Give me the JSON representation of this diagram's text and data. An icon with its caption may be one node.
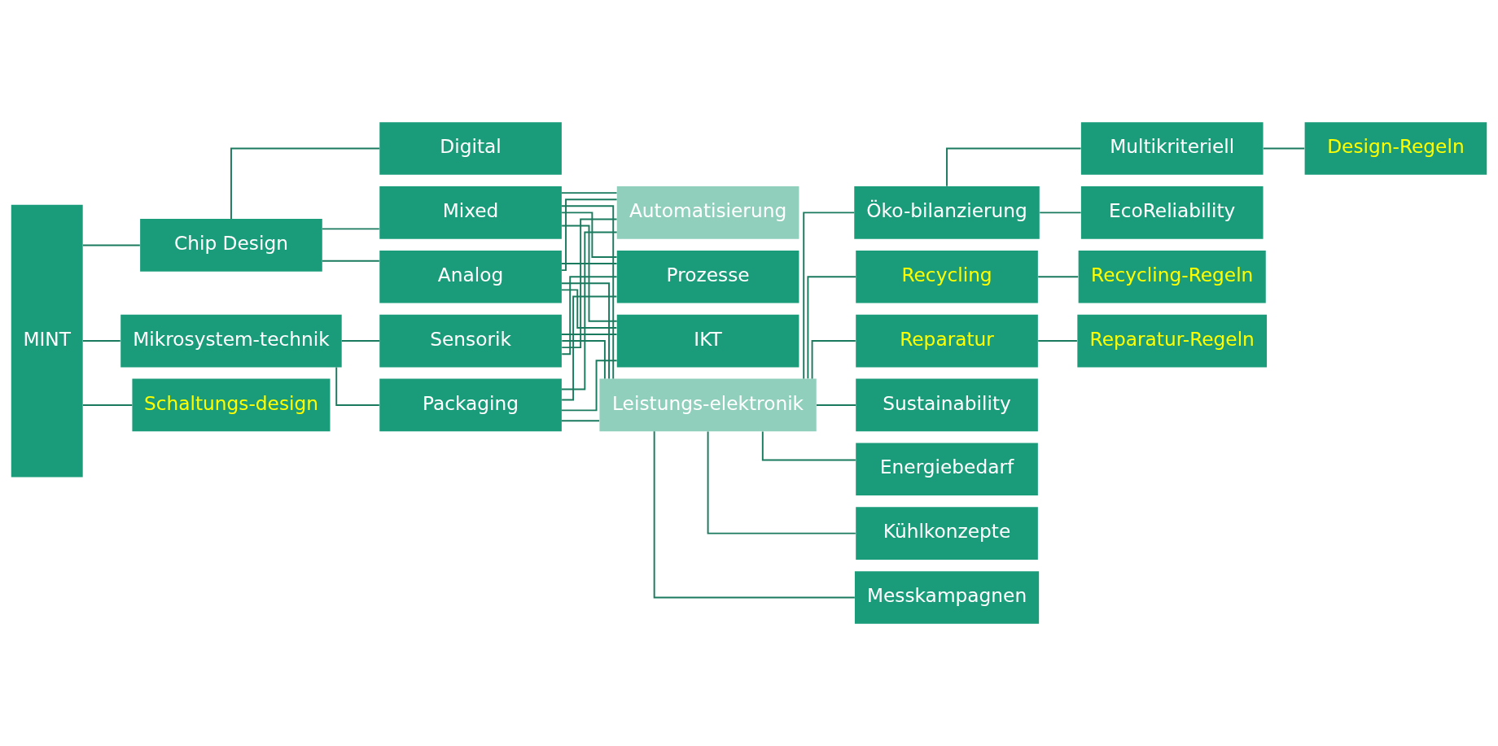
{
  "diagram": {
    "nodes": [
      {
        "text": [
          "MINT"
        ]
      },
      {
        "text": [
          "Mikrosystem-technik"
        ]
      },
      {
        "text": [
          "Schaltungs-design"
        ]
      },
      {
        "text": [
          "Chip Design"
        ]
      },
      {
        "text": [
          "Sensorik"
        ]
      },
      {
        "text": [
          "Packaging"
        ]
      },
      {
        "text": [
          "Analog"
        ]
      },
      {
        "text": [
          "Digital"
        ]
      },
      {
        "text": [
          "Mixed"
        ]
      },
      {
        "text": [
          "IKT"
        ]
      },
      {
        "text": [
          "Leistungs-elektronik"
        ]
      },
      {
        "text": [
          "Automatisierung"
        ]
      },
      {
        "text": [
          "Prozesse"
        ]
      },
      {
        "text": [
          "Öko-bilanzierung"
        ]
      },
      {
        "text": [
          "Recycling"
        ]
      },
      {
        "text": [
          "Reparatur"
        ]
      },
      {
        "text": [
          "Sustainability"
        ]
      },
      {
        "text": [
          "Energiebedarf"
        ]
      },
      {
        "text": [
          "Kühlkonzepte"
        ]
      },
      {
        "text": [
          "Messkampagnen"
        ]
      },
      {
        "text": [
          "Multikriteriell"
        ]
      },
      {
        "text": [
          "EcoReliability"
        ]
      },
      {
        "text": [
          "Design-Regeln"
        ]
      },
      {
        "text": [
          "Recycling-Regeln"
        ]
      },
      {
        "text": [
          "Reparatur-Regeln"
        ]
      }
    ],
    "edges": [
      {
        "from": 0,
        "to": 1,
        "arrow": "none"
      },
      {
        "from": 0,
        "to": 2,
        "arrow": "none"
      },
      {
        "from": 0,
        "to": 3,
        "arrow": "none"
      },
      {
        "from": 1,
        "to": 4,
        "arrow": "none"
      },
      {
        "from": 1,
        "to": 5,
        "arrow": "none"
      },
      {
        "from": 3,
        "to": 6,
        "arrow": "none"
      },
      {
        "from": 3,
        "to": 7,
        "arrow": "none"
      },
      {
        "from": 3,
        "to": 8,
        "arrow": "none"
      },
      {
        "from": 4,
        "to": 9,
        "arrow": "none"
      },
      {
        "from": 4,
        "to": 10,
        "arrow": "none"
      },
      {
        "from": 4,
        "to": 11,
        "arrow": "none"
      },
      {
        "from": 4,
        "to": 12,
        "arrow": "none"
      },
      {
        "from": 5,
        "to": 9,
        "arrow": "none"
      },
      {
        "from": 5,
        "to": 10,
        "arrow": "none"
      },
      {
        "from": 5,
        "to": 11,
        "arrow": "none"
      },
      {
        "from": 5,
        "to": 12,
        "arrow": "none"
      },
      {
        "from": 6,
        "to": 9,
        "arrow": "none"
      },
      {
        "from": 6,
        "to": 10,
        "arrow": "none"
      },
      {
        "from": 6,
        "to": 11,
        "arrow": "none"
      },
      {
        "from": 6,
        "to": 12,
        "arrow": "none"
      },
      {
        "from": 8,
        "to": 9,
        "arrow": "none"
      },
      {
        "from": 8,
        "to": 10,
        "arrow": "none"
      },
      {
        "from": 8,
        "to": 11,
        "arrow": "none"
      },
      {
        "from": 8,
        "to": 12,
        "arrow": "none"
      },
      {
        "from": 10,
        "to": 13,
        "arrow": "none"
      },
      {
        "from": 10,
        "to": 14,
        "arrow": "none"
      },
      {
        "from": 10,
        "to": 15,
        "arrow": "none"
      },
      {
        "from": 10,
        "to": 16,
        "arrow": "none"
      },
      {
        "from": 10,
        "to": 17,
        "arrow": "none"
      },
      {
        "from": 10,
        "to": 18,
        "arrow": "none"
      },
      {
        "from": 10,
        "to": 19,
        "arrow": "none"
      },
      {
        "from": 13,
        "to": 20,
        "arrow": "none"
      },
      {
        "from": 13,
        "to": 21,
        "arrow": "none"
      },
      {
        "from": 20,
        "to": 22,
        "arrow": "none"
      },
      {
        "from": 14,
        "to": 23,
        "arrow": "none"
      },
      {
        "from": 15,
        "to": 24,
        "arrow": "none"
      }
    ]
  }
}
